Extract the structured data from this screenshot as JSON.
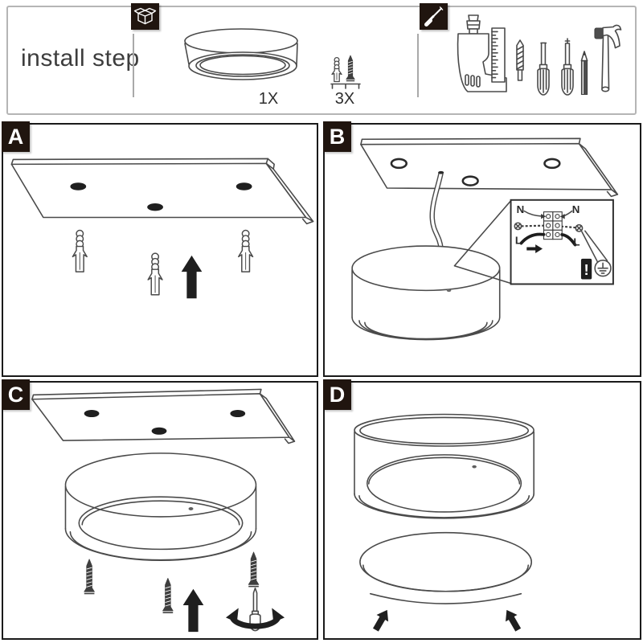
{
  "header": {
    "title": "install step",
    "package_icon": "open-box-icon",
    "tools_icon": "screwdriver-icon",
    "lamp_qty": "1X",
    "screws_qty": "3X",
    "included_parts": [
      "surface-mounted-ceiling-lamp",
      "mounting-screw-with-wall-anchor"
    ],
    "tools": [
      "electric-drill",
      "ruler",
      "drill-bit",
      "slotted-screwdriver",
      "phillips-screwdriver",
      "pencil",
      "claw-hammer"
    ]
  },
  "steps": [
    {
      "label": "A"
    },
    {
      "label": "B"
    },
    {
      "label": "C"
    },
    {
      "label": "D"
    }
  ],
  "wiring": {
    "neutral_left": "N",
    "neutral_right": "N",
    "live_left": "L",
    "live_right": "L",
    "warning_mark": "!"
  },
  "colors": {
    "line_art": "#4a4a4a",
    "solid_fill": "#1d1d1d",
    "badge_background": "#20150f",
    "panel_border": "#1a1a1a",
    "header_border": "#b5b5b5"
  }
}
